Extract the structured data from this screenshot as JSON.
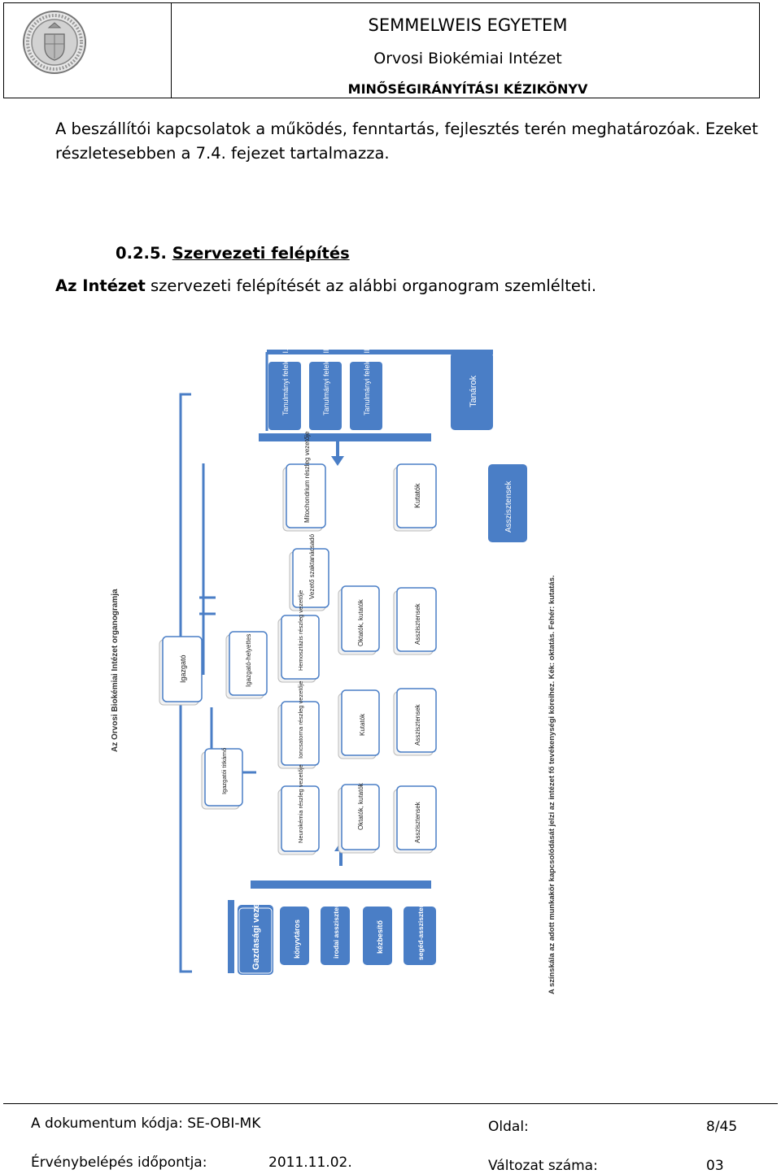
{
  "header": {
    "university": "SEMMELWEIS EGYETEM",
    "institute": "Orvosi Biokémiai Intézet",
    "doc_type": "MINŐSÉGIRÁNYÍTÁSI KÉZIKÖNYV",
    "logo": "university-seal"
  },
  "body": {
    "paragraph": "A beszállítói kapcsolatok a működés, fenntartás, fejlesztés terén meghatározóak. Ezeket részletesebben a 7.4. fejezet tartalmazza.",
    "section_number": "0.2.5.",
    "section_title": "Szervezeti felépítés",
    "intro_bold": "Az Intézet",
    "intro_rest": " szervezeti felépítését az alábbi organogram szemlélteti."
  },
  "chart": {
    "title": "Az Orvosi Biokémiai Intézet organogramja",
    "note": "A színskála az adott munkakör kapcsolódását jelzi az intézet fő tevékenységi köreihez. Kék: oktatás. Fehér: kutatás.",
    "colors": {
      "blue": "#4a7ec6",
      "white_box_border": "#4a7ec6",
      "line": "#4a7ec6"
    },
    "boxes": {
      "teach1": "Tanulmányi felelős I.",
      "teach2": "Tanulmányi felelős II.",
      "teach3": "Tanulmányi felelős III.",
      "teachers": "Tanárok",
      "mito": "Mitochondrium részleg vezetője",
      "researchers_top": "Kutatók",
      "assistants_blue": "Asszisztensek",
      "board": "Vezető szaktanácsadó",
      "director": "Igazgató",
      "deputy": "Igazgató-helyettes",
      "secretary": "Igazgatói titkárnő",
      "hemo": "Hemosztázis részleg vezetője",
      "teach_research1": "Oktatók, kutatók",
      "assistant1": "Asszisztensek",
      "ion": "Ioncsatorna részleg vezetője",
      "researchers2": "Kutatók",
      "assistant2": "Asszisztensek",
      "neuro": "Neurokémia részleg vezetője",
      "teach_research2": "Oktatók, kutatók",
      "assistant3": "Asszisztensek",
      "econ": "Gazdasági vezető",
      "library": "könyvtáros",
      "office": "irodai asszisztens",
      "courier": "kézbesítő",
      "helper": "segéd-asszisztens"
    }
  },
  "footer": {
    "code_label": "A dokumentum kódja: SE-OBI-MK",
    "page_label": "Oldal:",
    "page_value": "8/45",
    "effective_label": "Érvénybelépés időpontja:",
    "effective_value": "2011.11.02.",
    "version_label": "Változat száma:",
    "version_value": "03"
  }
}
